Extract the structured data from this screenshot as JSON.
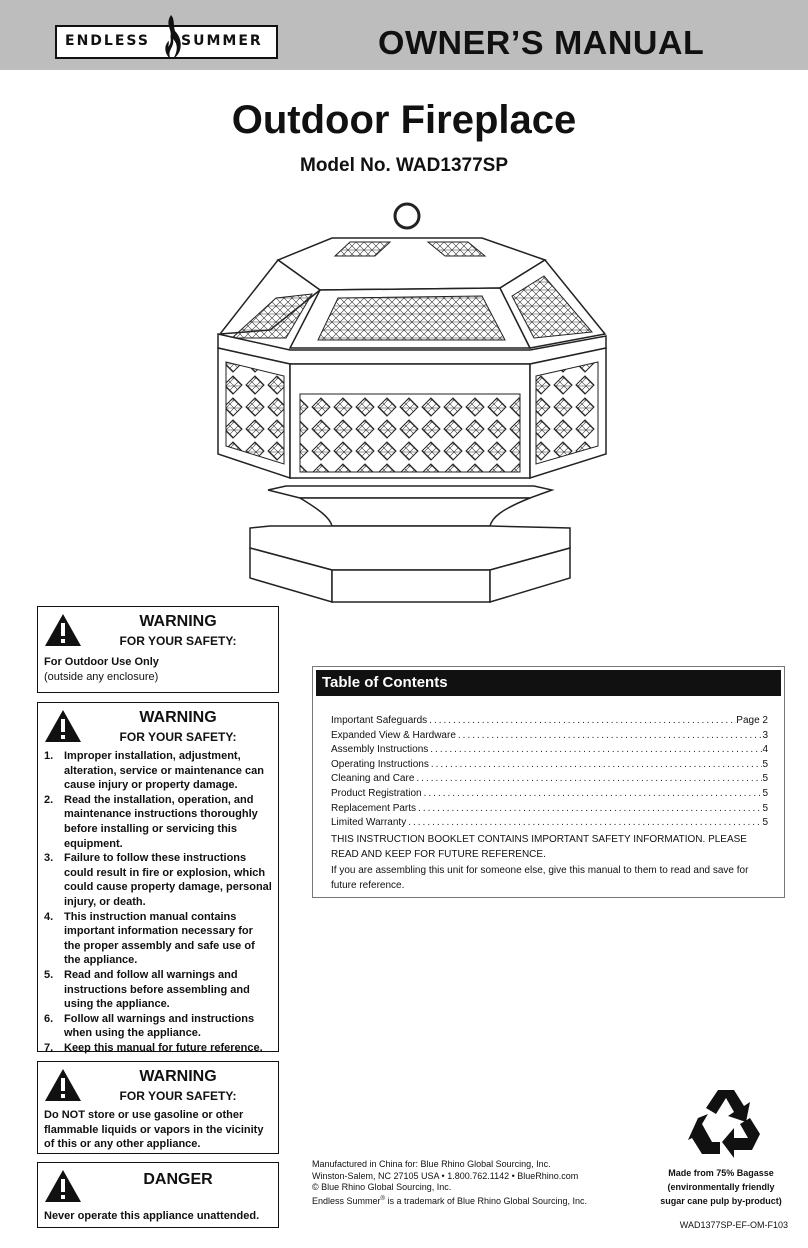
{
  "header": {
    "logo_left": "ENDLESS",
    "logo_right": "SUMMER",
    "manual_title": "OWNER’S MANUAL"
  },
  "document": {
    "title": "Outdoor Fireplace",
    "model": "Model No. WAD1377SP"
  },
  "warning_1": {
    "heading": "WARNING",
    "sub": "FOR YOUR SAFETY:",
    "line_bold": "For Outdoor Use Only",
    "line_normal": "(outside any enclosure)"
  },
  "warning_2": {
    "heading": "WARNING",
    "sub": "FOR YOUR SAFETY:",
    "items": [
      {
        "num": "1.",
        "text": "Improper installation, adjustment, alteration, service or maintenance can cause injury or property damage."
      },
      {
        "num": "2.",
        "text": "Read the installation, operation, and maintenance instructions thoroughly before installing or servicing this equipment."
      },
      {
        "num": "3.",
        "text": "Failure to follow these instructions could result in fire or explosion, which could cause property damage, personal injury, or death."
      },
      {
        "num": "4.",
        "text": "This instruction manual contains important information necessary for the proper assembly and safe use of the appliance."
      },
      {
        "num": "5.",
        "text": "Read and follow all warnings and instructions before assembling and using the appliance."
      },
      {
        "num": "6.",
        "text": "Follow all warnings and instructions when using the appliance."
      },
      {
        "num": "7.",
        "text": "Keep this manual for future reference."
      }
    ]
  },
  "warning_3": {
    "heading": "WARNING",
    "sub": "FOR YOUR SAFETY:",
    "text": "Do NOT store or use gasoline or other flammable liquids or vapors in the vicinity of this or any other appliance."
  },
  "danger": {
    "heading": "DANGER",
    "text": "Never operate this appliance unattended."
  },
  "toc": {
    "title": "Table of Contents",
    "entries": [
      {
        "label": "Important Safeguards",
        "page": "Page 2"
      },
      {
        "label": "Expanded View & Hardware",
        "page": "3"
      },
      {
        "label": "Assembly Instructions",
        "page": "4"
      },
      {
        "label": "Operating Instructions",
        "page": "5"
      },
      {
        "label": "Cleaning and Care",
        "page": "5"
      },
      {
        "label": "Product Registration",
        "page": "5"
      },
      {
        "label": "Replacement Parts",
        "page": "5"
      },
      {
        "label": "Limited Warranty",
        "page": "5"
      }
    ],
    "note_1": "THIS INSTRUCTION BOOKLET CONTAINS IMPORTANT SAFETY INFORMATION. PLEASE READ AND KEEP FOR FUTURE REFERENCE.",
    "note_2": "If you are assembling this unit for someone else, give this manual to them to read and save for future reference."
  },
  "footer": {
    "bagasse": "Made from 75% Bagasse (environmentally friendly sugar cane pulp by-product)",
    "mfg_1": "Manufactured in China for: Blue Rhino Global Sourcing, Inc.",
    "mfg_2": "Winston-Salem, NC 27105 USA • 1.800.762.1142 • BlueRhino.com",
    "mfg_3": "© Blue Rhino Global Sourcing, Inc.",
    "mfg_4a": "Endless Summer",
    "mfg_4b": "®",
    "mfg_4c": " is a trademark of Blue Rhino Global Sourcing, Inc.",
    "code": "WAD1377SP-EF-OM-F103"
  }
}
